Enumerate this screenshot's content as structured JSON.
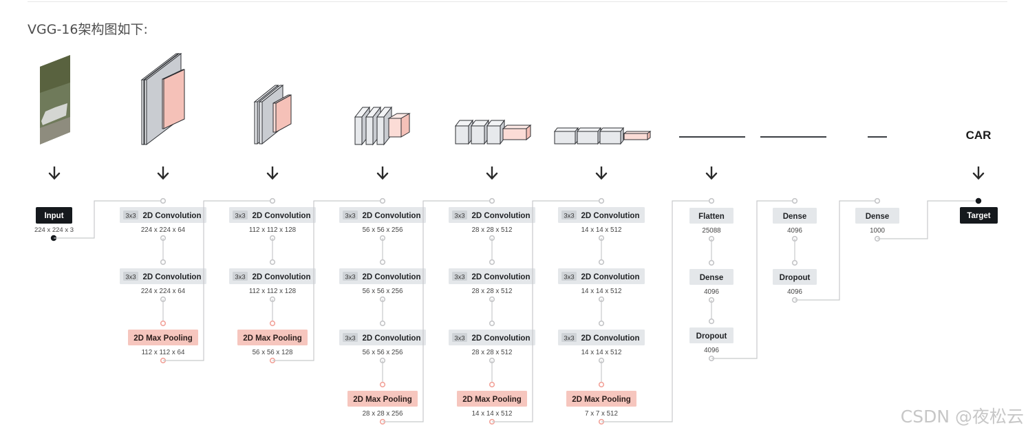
{
  "heading": "VGG-16架构图如下:",
  "watermark": "CSDN @夜松云",
  "colors": {
    "dark": "#15191d",
    "gray": "#e4e7ea",
    "pink": "#f6c6be",
    "line": "#c8c9cb",
    "node_pink": "#f2a39a"
  },
  "input": {
    "label": "Input",
    "dims": "224 x 224 x 3"
  },
  "target": {
    "label": "Target",
    "output": "CAR"
  },
  "conv_badge": "3x3",
  "conv_label": "2D Convolution",
  "pool_label": "2D Max Pooling",
  "blocks": [
    {
      "convs": [
        "224 x 224 x 64",
        "224 x 224 x 64"
      ],
      "pool": "112 x 112 x 64"
    },
    {
      "convs": [
        "112 x 112 x 128",
        "112 x 112 x 128"
      ],
      "pool": "56 x 56 x 128"
    },
    {
      "convs": [
        "56 x 56 x 256",
        "56 x 56 x 256",
        "56 x 56 x 256"
      ],
      "pool": "28 x 28 x 256"
    },
    {
      "convs": [
        "28 x 28 x 512",
        "28 x 28 x 512",
        "28 x 28 x 512"
      ],
      "pool": "14 x 14 x 512"
    },
    {
      "convs": [
        "14 x 14 x 512",
        "14 x 14 x 512",
        "14 x 14 x 512"
      ],
      "pool": "7 x 7 x 512"
    }
  ],
  "dense_columns": [
    [
      {
        "label": "Flatten",
        "dims": "25088"
      },
      {
        "label": "Dense",
        "dims": "4096"
      },
      {
        "label": "Dropout",
        "dims": "4096"
      }
    ],
    [
      {
        "label": "Dense",
        "dims": "4096"
      },
      {
        "label": "Dropout",
        "dims": "4096"
      }
    ],
    [
      {
        "label": "Dense",
        "dims": "1000"
      }
    ]
  ]
}
